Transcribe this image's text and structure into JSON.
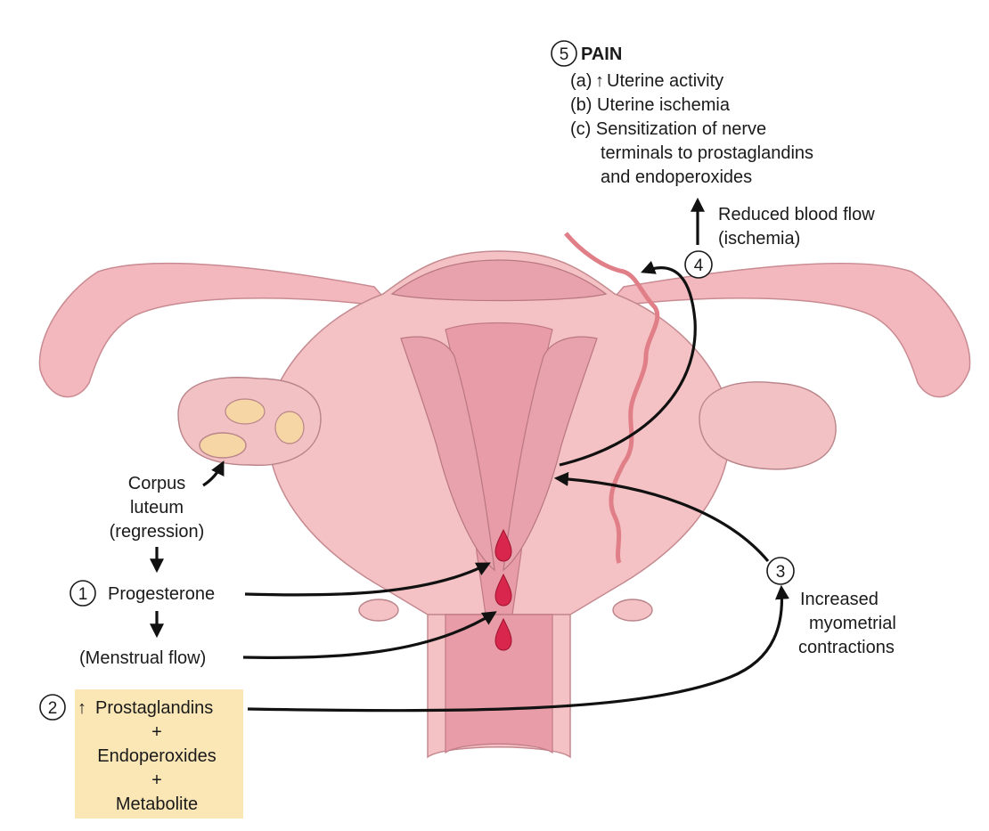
{
  "step5": {
    "number": "5",
    "title": "PAIN",
    "line_a_prefix": "(a)",
    "line_a_arrow": "↑",
    "line_a_text": "Uterine activity",
    "line_b": "(b) Uterine ischemia",
    "line_c1": "(c) Sensitization of nerve",
    "line_c2": "terminals to prostaglandins",
    "line_c3": "and endoperoxides"
  },
  "step4": {
    "number": "4",
    "label1": "Reduced blood flow",
    "label2": "(ischemia)"
  },
  "corpus": {
    "line1": "Corpus",
    "line2": "luteum",
    "line3": "(regression)"
  },
  "step1": {
    "number": "1",
    "label": "Progesterone",
    "menstrual": "(Menstrual flow)"
  },
  "step3": {
    "number": "3",
    "label1": "Increased",
    "label2": "myometrial",
    "label3": "contractions"
  },
  "step2": {
    "number": "2",
    "arrow": "↑",
    "line1": "Prostaglandins",
    "plus1": "+",
    "line2": "Endoperoxides",
    "plus2": "+",
    "line3": "Metabolite"
  },
  "colors": {
    "tissue": "#f4c2c4",
    "cavity": "#e79ca8",
    "blood": "#d8264d",
    "box": "#fbe6b6"
  }
}
